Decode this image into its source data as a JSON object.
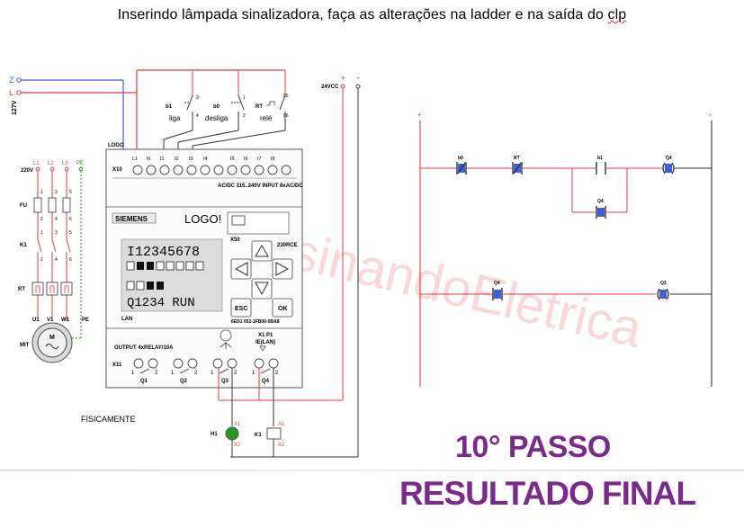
{
  "header": {
    "title_main": "Inserindo lâmpada sinalizadora, faça as alterações na ladder e na saída do ",
    "title_tail": "clp"
  },
  "footer": {
    "step": "10° PASSO",
    "result": "RESULTADO FINAL"
  },
  "watermark": "@EnsinandoEletrica",
  "power_left": {
    "z": "Z",
    "l": "L",
    "voltage": "127V"
  },
  "motor_circuit": {
    "voltage": "220V",
    "phases": [
      "L1",
      "L2",
      "L3",
      "PE"
    ],
    "fu": "FU",
    "k1": "K1",
    "rt": "RT",
    "terminals_top": [
      "1",
      "3",
      "5"
    ],
    "terminals_fu": [
      "2",
      "4",
      "6"
    ],
    "terminals_k1_top": [
      "1",
      "3",
      "5"
    ],
    "terminals_k1_bot": [
      "2",
      "4",
      "6"
    ],
    "motor_terms": [
      "U1",
      "V1",
      "W1",
      "PE"
    ],
    "motor_label": "MIT",
    "motor_m": "M",
    "fisicamente": "FISICAMENTE"
  },
  "inputs": {
    "b1": "b1",
    "b1_name": "liga",
    "b1_t1": "3",
    "b1_t2": "4",
    "b0": "b0",
    "b0_name": "desliga",
    "b0_t1": "1",
    "b0_t2": "2",
    "rt": "RT",
    "rt_name": "relé",
    "rt_t1": "95",
    "rt_t2": "96",
    "vcc": "24VCC",
    "plus": "+",
    "minus": "-"
  },
  "logo": {
    "label": "LOGO",
    "x10": "X10",
    "x11": "X11",
    "x50": "X50",
    "in_terms": [
      "L1",
      "N",
      "I1",
      "I2",
      "I3",
      "I4",
      "I5",
      "I6",
      "I7",
      "I8"
    ],
    "acdc": "AC/DC 115..240V  INPUT 8xAC/DC",
    "brand": "SIEMENS",
    "logo_word": "LOGO!",
    "model": "230RCE",
    "order": "6ED1 052-1FB00-0BA8",
    "lcd_line1": "I12345678",
    "lcd_line3": "Q1234 RUN",
    "lan": "LAN",
    "esc": "ESC",
    "ok": "OK",
    "output": "OUTPUT 4xRELAY/10A",
    "x1p1": "X1 P1",
    "ielan": "IE(LAN)",
    "q_terms": [
      "1",
      "2",
      "1",
      "2",
      "1",
      "2",
      "1",
      "2"
    ],
    "q_labels": [
      "Q1",
      "Q2",
      "Q3",
      "Q4"
    ]
  },
  "outputs": {
    "h1": "H1",
    "k1": "K1",
    "x1": "X1",
    "x2": "X2",
    "a1": "A1",
    "a2": "A2"
  },
  "ladder": {
    "plus": "+",
    "minus": "-",
    "rung1": [
      "b0",
      "RT",
      "b1",
      "Q4"
    ],
    "branch": "Q4",
    "rung2": [
      "Q4",
      "Q3"
    ]
  }
}
